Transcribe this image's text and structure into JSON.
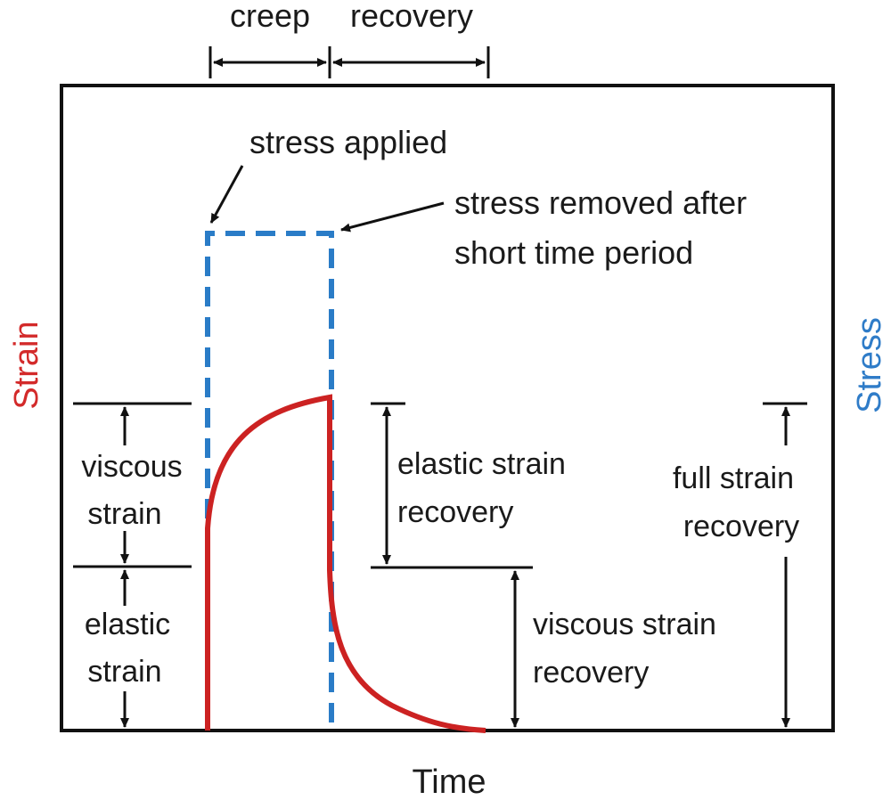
{
  "labels": {
    "creep": "creep",
    "recovery": "recovery",
    "stress_applied": "stress applied",
    "stress_removed_line1": "stress removed after",
    "stress_removed_line2": "short time period",
    "viscous_strain_line1": "viscous",
    "viscous_strain_line2": "strain",
    "elastic_strain_line1": "elastic",
    "elastic_strain_line2": "strain",
    "elastic_recovery_line1": "elastic strain",
    "elastic_recovery_line2": "recovery",
    "viscous_recovery_line1": "viscous strain",
    "viscous_recovery_line2": "recovery",
    "full_recovery_line1": "full strain",
    "full_recovery_line2": "recovery"
  },
  "axes": {
    "left": "Strain",
    "right": "Stress",
    "bottom": "Time"
  },
  "colors": {
    "strain_curve": "#cc2222",
    "stress_curve": "#2a7cc7",
    "strain_label": "#d32a2a",
    "stress_label": "#2f7cc8"
  }
}
